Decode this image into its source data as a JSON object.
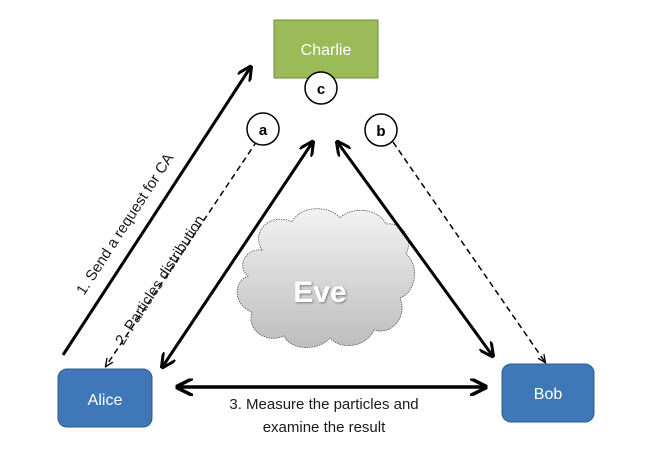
{
  "diagram": {
    "nodes": {
      "charlie": {
        "label": "Charlie",
        "color": "#9bbb59"
      },
      "alice": {
        "label": "Alice",
        "color": "#3f77b8"
      },
      "bob": {
        "label": "Bob",
        "color": "#3f77b8"
      },
      "eve": {
        "label": "Eve",
        "color": "#d0d0d0"
      }
    },
    "markers": {
      "a": "a",
      "b": "b",
      "c": "c"
    },
    "steps": {
      "step1": "1. Send a request for CA",
      "step2": "2. Particles distribution",
      "step3_line1": "3. Measure the particles and",
      "step3_line2": "examine the result"
    }
  }
}
